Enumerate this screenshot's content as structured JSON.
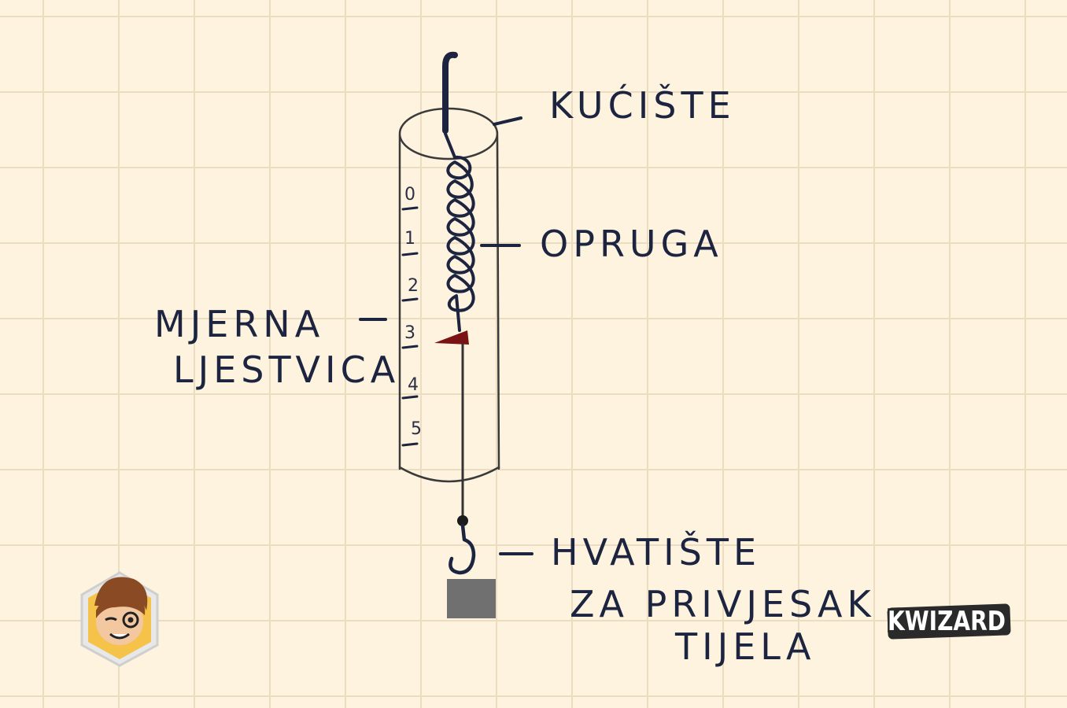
{
  "labels": {
    "housing": "KUĆIŠTE",
    "spring": "OPRUGA",
    "scale_line1": "MJERNA",
    "scale_line2": "LJESTVICA",
    "hook_line1": "HVATIŠTE",
    "hook_line2": "ZA PRIVJESAK",
    "hook_line3": "TIJELA"
  },
  "scale": {
    "marks": [
      "0",
      "1",
      "2",
      "3",
      "4",
      "5"
    ],
    "pointer_reading": 3
  },
  "branding": {
    "logo_text": "KWIZARD",
    "mascot_icon": "kwizard-mascot-icon"
  },
  "colors": {
    "ink": "#1c2440",
    "pointer": "#7a1414",
    "weight": "#707070",
    "badge": "#f5c34a"
  }
}
